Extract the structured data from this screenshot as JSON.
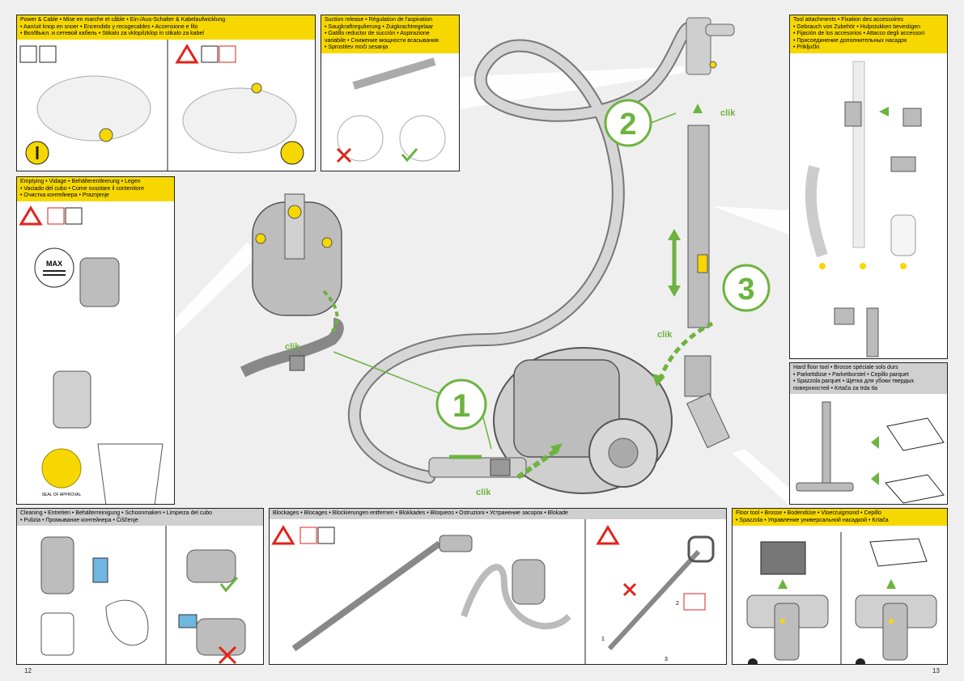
{
  "panels": {
    "power": {
      "lines": [
        "Power & Cable • Mise en marche et câble • Ein-/Aus-Schalter & Kabelaufwicklung",
        "• Aan/uit knop en snoer • Encendido y recogecables • Accensione e filo",
        "• Вкл/Выкл. и сетевой кабель • Stikalo za vklop/izklop in stikalo za kabel"
      ]
    },
    "suction": {
      "lines": [
        "Suction release • Régulation de l'aspiration",
        "• Saugkraftregulierung • Zuigkrachtregelaar",
        "• Gatillo reductor de succión • Aspirazione",
        "variabile • Снижение мощности всасывания",
        "• Sprostitev moči sesanja"
      ]
    },
    "tools": {
      "lines": [
        "Tool attachments • Fixation des accessoires",
        "• Gebrauch von Zubehör • Hulpstukken bevestigen",
        "• Fijación de los accesorios • Attacco degli accessori",
        "• Присоединение дополнительных насадок",
        "• Priključki"
      ]
    },
    "emptying": {
      "lines": [
        "Emptying • Vidage • Behälterentleerung • Legen",
        "• Vaciado del cubo • Come svuotare il contenitore",
        "• Очистка контейнера • Praznjenje"
      ],
      "max_label": "MAX",
      "seal": "SEAL OF APPROVAL"
    },
    "hardfloor": {
      "lines": [
        "Hard floor tool • Brosse spéciale sols durs",
        "• Parkettdüse • Parketborstel • Cepillo parquet",
        "• Spazzola parquet • Щетка для убоки твердых",
        "поверхностей • Krtača za trda tla"
      ]
    },
    "cleaning": {
      "lines": [
        "Cleaning • Entretien • Behälterreinigung • Schoonmaken • Limpieza del cubo",
        "• Pulizia • Промывание контейнера • Čiščenje"
      ]
    },
    "blockages": {
      "lines": [
        "Blockages • Blocages • Blockierungen entfernen • Blokkades • Bloqueos • Ostruzioni • Устранение засорок • Blokade"
      ],
      "step_1": "1",
      "step_2": "2",
      "step_3": "3"
    },
    "floortool": {
      "lines": [
        "Floor tool • Brosse • Bodendüse • Vloerzuigmond • Cepillo",
        "• Spazzola • Управление универсальной насадкой • Krtača"
      ]
    }
  },
  "main": {
    "step_1": "1",
    "step_2": "2",
    "step_3": "3",
    "clik": "clik"
  },
  "page_left": "12",
  "page_right": "13",
  "colors": {
    "yellow": "#f6d800",
    "green": "#6db33f",
    "red": "#e2231a",
    "grey_header": "#d0d0d0"
  }
}
